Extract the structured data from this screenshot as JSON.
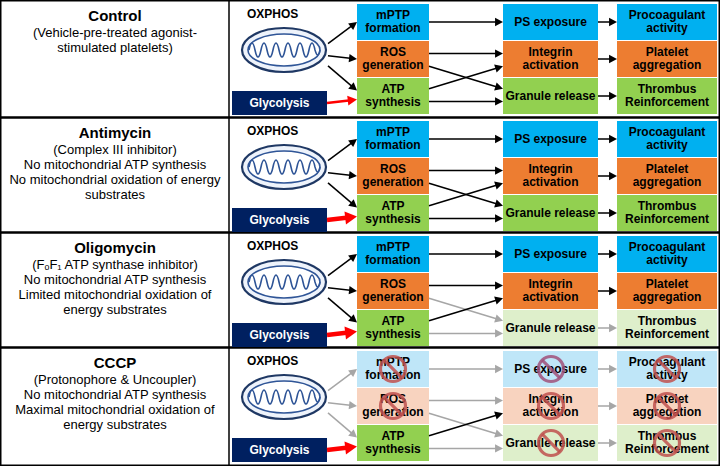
{
  "diagram": {
    "nodes": [
      {
        "text": [
          "Control",
          "(Vehicle-pre-treated agonist-stimulated platelets)"
        ]
      },
      {
        "text": [
          "OXPHOS"
        ]
      },
      {
        "text": [
          "Glycolysis"
        ]
      },
      {
        "text": [
          "mPTP formation"
        ]
      },
      {
        "text": [
          "ROS generation"
        ]
      },
      {
        "text": [
          "ATP synthesis"
        ]
      },
      {
        "text": [
          "PS exposure"
        ]
      },
      {
        "text": [
          "Integrin activation"
        ]
      },
      {
        "text": [
          "Granule release"
        ]
      },
      {
        "text": [
          "Procoagulant activity"
        ]
      },
      {
        "text": [
          "Platelet aggregation"
        ]
      },
      {
        "text": [
          "Thrombus Reinforcement"
        ]
      },
      {
        "text": [
          "Antimycin",
          "(Complex III inhibitor)",
          "No mitochondrial ATP synthesis",
          "No mitochondrial oxidation of energy substrates"
        ]
      },
      {
        "text": [
          "OXPHOS"
        ]
      },
      {
        "text": [
          "Glycolysis"
        ]
      },
      {
        "text": [
          "mPTP formation"
        ]
      },
      {
        "text": [
          "ROS generation"
        ]
      },
      {
        "text": [
          "ATP synthesis"
        ]
      },
      {
        "text": [
          "PS exposure"
        ]
      },
      {
        "text": [
          "Integrin activation"
        ]
      },
      {
        "text": [
          "Granule release"
        ]
      },
      {
        "text": [
          "Procoagulant activity"
        ]
      },
      {
        "text": [
          "Platelet aggregation"
        ]
      },
      {
        "text": [
          "Thrombus Reinforcement"
        ]
      },
      {
        "text": [
          "Oligomycin",
          "(FₒF₁ ATP synthase inhibitor)",
          "No mitochondrial ATP synthesis",
          "Limited mitochondrial oxidation of energy substrates"
        ]
      },
      {
        "text": [
          "OXPHOS"
        ]
      },
      {
        "text": [
          "Glycolysis"
        ]
      },
      {
        "text": [
          "mPTP formation"
        ]
      },
      {
        "text": [
          "ROS generation"
        ]
      },
      {
        "text": [
          "ATP synthesis"
        ]
      },
      {
        "text": [
          "PS exposure"
        ]
      },
      {
        "text": [
          "Integrin activation"
        ]
      },
      {
        "text": [
          "Granule release"
        ]
      },
      {
        "text": [
          "Procoagulant activity"
        ]
      },
      {
        "text": [
          "Platelet aggregation"
        ]
      },
      {
        "text": [
          "Thrombus Reinforcement"
        ]
      },
      {
        "text": [
          "CCCP",
          "(Protonophore & Uncoupler)",
          "No mitochondrial ATP synthesis",
          "Maximal mitochondrial oxidation of energy substrates"
        ]
      },
      {
        "text": [
          "OXPHOS"
        ]
      },
      {
        "text": [
          "Glycolysis"
        ]
      },
      {
        "text": [
          "mPTP formation"
        ]
      },
      {
        "text": [
          "ROS generation"
        ]
      },
      {
        "text": [
          "ATP synthesis"
        ]
      },
      {
        "text": [
          "PS exposure"
        ]
      },
      {
        "text": [
          "Integrin activation"
        ]
      },
      {
        "text": [
          "Granule release"
        ]
      },
      {
        "text": [
          "Procoagulant activity"
        ]
      },
      {
        "text": [
          "Platelet aggregation"
        ]
      },
      {
        "text": [
          "Thrombus Reinforcement"
        ]
      }
    ],
    "edges": [
      {
        "from": 1,
        "to": 3,
        "arrow": "to"
      },
      {
        "from": 1,
        "to": 4,
        "arrow": "to"
      },
      {
        "from": 1,
        "to": 5,
        "arrow": "to"
      },
      {
        "from": 2,
        "to": 5,
        "arrow": "to"
      },
      {
        "from": 3,
        "to": 6,
        "arrow": "to"
      },
      {
        "from": 4,
        "to": 7,
        "arrow": "to"
      },
      {
        "from": 4,
        "to": 8,
        "arrow": "to"
      },
      {
        "from": 5,
        "to": 7,
        "arrow": "to"
      },
      {
        "from": 5,
        "to": 8,
        "arrow": "to"
      },
      {
        "from": 6,
        "to": 9,
        "arrow": "to"
      },
      {
        "from": 7,
        "to": 10,
        "arrow": "to"
      },
      {
        "from": 8,
        "to": 11,
        "arrow": "to"
      },
      {
        "from": 13,
        "to": 15,
        "arrow": "to"
      },
      {
        "from": 13,
        "to": 16,
        "arrow": "to"
      },
      {
        "from": 13,
        "to": 17,
        "arrow": "to"
      },
      {
        "from": 14,
        "to": 17,
        "arrow": "to"
      },
      {
        "from": 15,
        "to": 18,
        "arrow": "to"
      },
      {
        "from": 16,
        "to": 19,
        "arrow": "to"
      },
      {
        "from": 16,
        "to": 20,
        "arrow": "to"
      },
      {
        "from": 17,
        "to": 19,
        "arrow": "to"
      },
      {
        "from": 17,
        "to": 20,
        "arrow": "to"
      },
      {
        "from": 18,
        "to": 21,
        "arrow": "to"
      },
      {
        "from": 19,
        "to": 22,
        "arrow": "to"
      },
      {
        "from": 20,
        "to": 23,
        "arrow": "to"
      },
      {
        "from": 25,
        "to": 27,
        "arrow": "to"
      },
      {
        "from": 25,
        "to": 28,
        "arrow": "to"
      },
      {
        "from": 25,
        "to": 29,
        "arrow": "to"
      },
      {
        "from": 26,
        "to": 29,
        "arrow": "to"
      },
      {
        "from": 27,
        "to": 30,
        "arrow": "to"
      },
      {
        "from": 28,
        "to": 31,
        "arrow": "to"
      },
      {
        "from": 28,
        "to": 32,
        "arrow": "to"
      },
      {
        "from": 29,
        "to": 31,
        "arrow": "to"
      },
      {
        "from": 29,
        "to": 32,
        "arrow": "to"
      },
      {
        "from": 30,
        "to": 33,
        "arrow": "to"
      },
      {
        "from": 31,
        "to": 34,
        "arrow": "to"
      },
      {
        "from": 32,
        "to": 35,
        "arrow": "to"
      },
      {
        "from": 37,
        "to": 39,
        "arrow": "to"
      },
      {
        "from": 37,
        "to": 40,
        "arrow": "to"
      },
      {
        "from": 37,
        "to": 41,
        "arrow": "to"
      },
      {
        "from": 38,
        "to": 41,
        "arrow": "to"
      },
      {
        "from": 39,
        "to": 42,
        "arrow": "to"
      },
      {
        "from": 40,
        "to": 43,
        "arrow": "to"
      },
      {
        "from": 40,
        "to": 44,
        "arrow": "to"
      },
      {
        "from": 41,
        "to": 43,
        "arrow": "to"
      },
      {
        "from": 41,
        "to": 44,
        "arrow": "to"
      },
      {
        "from": 42,
        "to": 45,
        "arrow": "to"
      },
      {
        "from": 43,
        "to": 46,
        "arrow": "to"
      },
      {
        "from": 44,
        "to": 47,
        "arrow": "to"
      }
    ]
  }
}
